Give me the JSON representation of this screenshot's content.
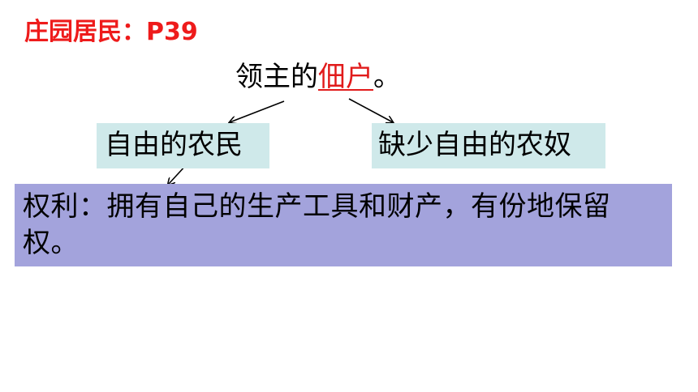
{
  "colors": {
    "title": "#ee1b1b",
    "highlight": "#e11b1b",
    "box_light": "#cfe9ea",
    "box_rights": "#a3a3dc",
    "arrow": "#000000"
  },
  "title": "庄园居民：P39",
  "root": {
    "prefix": "领主的",
    "highlight": "佃户",
    "suffix": "。"
  },
  "free_peasant": "自由的农民",
  "serf": "缺少自由的农奴",
  "rights": "权利：拥有自己的生产工具和财产，有份地保留权。"
}
